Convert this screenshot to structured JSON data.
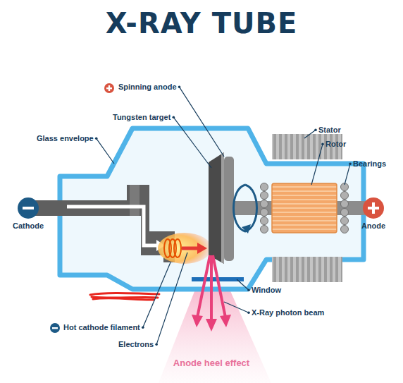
{
  "diagram": {
    "title": "X-RAY TUBE",
    "labels": [
      "Spinning anode",
      "Tungsten target",
      "Glass envelope",
      "Stator",
      "Rotor",
      "Bearings",
      "Cathode",
      "Anode",
      "Window",
      "X-Ray photon beam",
      "Hot cathode filament",
      "Electrons",
      "Anode heel effect"
    ]
  }
}
